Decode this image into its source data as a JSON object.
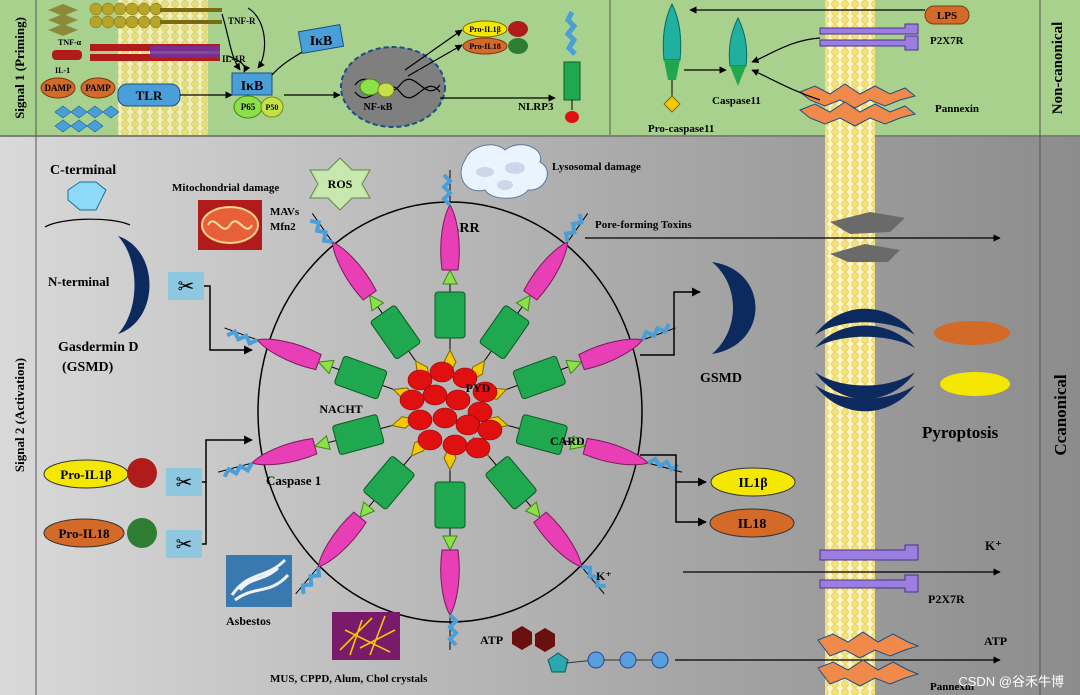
{
  "colors": {
    "priming_bg": "#a9d18e",
    "activation_bg": "#a6a6a6",
    "green_box": "#1fa84f",
    "magenta": "#e83fb6",
    "navy": "#0d2a5e",
    "light_blue": "#4a9fd8",
    "red": "#e01010",
    "orange": "#d46a28",
    "yellow": "#f5e800"
  },
  "side_labels": {
    "signal1": "Signal 1 (Priming)",
    "signal2": "Signal 2 (Activation)",
    "noncanonical": "Non-canonical",
    "canonical": "Ccanonical"
  },
  "priming": {
    "tnfa": "TNF-α",
    "il1": "IL-1",
    "damp": "DAMP",
    "pamp": "PAMP",
    "tlr": "TLR",
    "tnfr": "TNF-R",
    "il1r": "IL-1R",
    "ikb_free": "IκB",
    "ikb_bound": "IκB",
    "p65": "P65",
    "p50": "P50",
    "nfkb": "NF-κB",
    "pro_il1b": "Pro-IL1β",
    "pro_il18": "Pro-IL18",
    "nlrp3": "NLRP3"
  },
  "noncanonical": {
    "lps": "LPS",
    "p2x7r": "P2X7R",
    "caspase11": "Caspase11",
    "pannexin": "Pannexin",
    "pro_caspase11": "Pro-caspase11"
  },
  "activation": {
    "c_terminal": "C-terminal",
    "n_terminal": "N-terminal",
    "gasdermin": "Gasdermin D",
    "gsmd_abbr": "(GSMD)",
    "mito": "Mitochondrial damage",
    "mavs": "MAVs",
    "mfn2": "Mfn2",
    "ros": "ROS",
    "lysosomal": "Lysosomal damage",
    "lrr": "LRR",
    "pore_toxins": "Pore-forming Toxins",
    "nacht": "NACHT",
    "pyd": "PYD",
    "card": "CARD",
    "caspase1": "Caspase 1",
    "gsmd": "GSMD",
    "pro_il1b": "Pro-IL1β",
    "pro_il18": "Pro-IL18",
    "il1b": "IL1β",
    "il18": "IL18",
    "asbestos": "Asbestos",
    "crystals": "MUS, CPPD, Alum, Chol crystals",
    "kplus_inner": "K⁺",
    "kplus_outer": "K⁺",
    "atp": "ATP",
    "atp_outer": "ATP",
    "p2x7r": "P2X7R",
    "pyroptosis": "Pyroptosis",
    "pannexin_partial": "Pannexin"
  },
  "watermark": "CSDN @谷禾牛博"
}
